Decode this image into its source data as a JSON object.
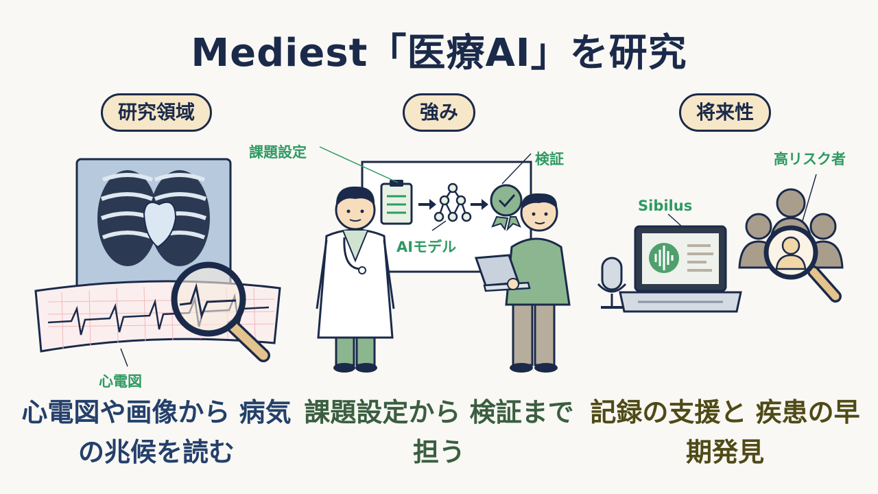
{
  "title": "Mediest「医療AI」を研究",
  "sections": [
    {
      "heading": "研究領域",
      "labels": {
        "ecg": "心電図"
      },
      "caption": [
        "心電図や画像から",
        "病気の兆候を読む"
      ]
    },
    {
      "heading": "強み",
      "labels": {
        "task": "課題設定",
        "verify": "検証",
        "model": "AIモデル"
      },
      "caption": [
        "課題設定から",
        "検証まで担う"
      ]
    },
    {
      "heading": "将来性",
      "labels": {
        "high_risk": "高リスク者",
        "sibilus": "Sibilus"
      },
      "caption": [
        "記録の支援と",
        "疾患の早期発見"
      ]
    }
  ],
  "colors": {
    "navy": "#1b2a4a",
    "pill_bg": "#f6e7c8",
    "label_green": "#2e9a62",
    "caption_blue": "#24406b",
    "caption_green": "#3a5e40",
    "caption_olive": "#4f4a16"
  },
  "icons": [
    "chest-xray-icon",
    "ecg-strip-icon",
    "magnifier-icon",
    "doctor-icon",
    "engineer-icon",
    "clipboard-icon",
    "network-icon",
    "badge-check-icon",
    "laptop-icon",
    "microphone-icon",
    "people-group-icon"
  ]
}
